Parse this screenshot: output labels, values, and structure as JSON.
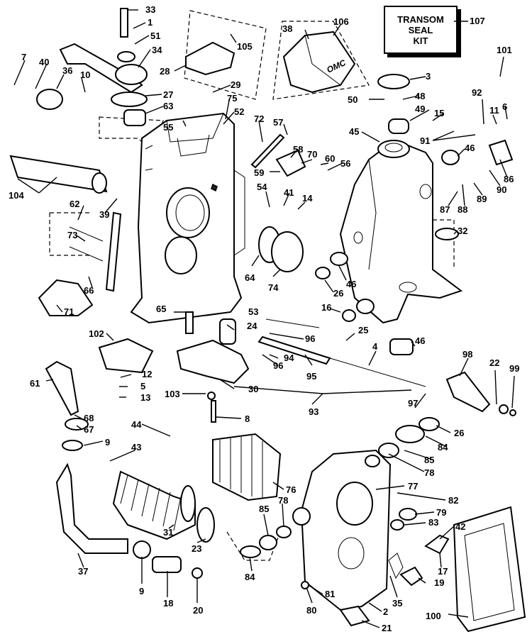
{
  "kit_label": "TRANSOM\nSEAL\nKIT",
  "callouts": [
    {
      "id": "c33",
      "text": "33"
    },
    {
      "id": "c1",
      "text": "1"
    },
    {
      "id": "c51",
      "text": "51"
    },
    {
      "id": "c34",
      "text": "34"
    },
    {
      "id": "c38",
      "text": "38"
    },
    {
      "id": "c106",
      "text": "106"
    },
    {
      "id": "c107",
      "text": "107"
    },
    {
      "id": "c105",
      "text": "105"
    },
    {
      "id": "c28",
      "text": "28"
    },
    {
      "id": "c7",
      "text": "7"
    },
    {
      "id": "c40",
      "text": "40"
    },
    {
      "id": "c36",
      "text": "36"
    },
    {
      "id": "c10",
      "text": "10"
    },
    {
      "id": "c27",
      "text": "27"
    },
    {
      "id": "c63",
      "text": "63"
    },
    {
      "id": "c29",
      "text": "29"
    },
    {
      "id": "c75",
      "text": "75"
    },
    {
      "id": "c52",
      "text": "52"
    },
    {
      "id": "c55",
      "text": "55"
    },
    {
      "id": "c72",
      "text": "72"
    },
    {
      "id": "c57",
      "text": "57"
    },
    {
      "id": "c3",
      "text": "3"
    },
    {
      "id": "c50",
      "text": "50"
    },
    {
      "id": "c48",
      "text": "48"
    },
    {
      "id": "c49",
      "text": "49"
    },
    {
      "id": "c101",
      "text": "101"
    },
    {
      "id": "c92",
      "text": "92"
    },
    {
      "id": "c15",
      "text": "15"
    },
    {
      "id": "c11",
      "text": "11"
    },
    {
      "id": "c6",
      "text": "6"
    },
    {
      "id": "c45",
      "text": "45"
    },
    {
      "id": "c91",
      "text": "91"
    },
    {
      "id": "c46a",
      "text": "46"
    },
    {
      "id": "c86",
      "text": "86"
    },
    {
      "id": "c58",
      "text": "58"
    },
    {
      "id": "c70",
      "text": "70"
    },
    {
      "id": "c60",
      "text": "60"
    },
    {
      "id": "c56",
      "text": "56"
    },
    {
      "id": "c59",
      "text": "59"
    },
    {
      "id": "c54",
      "text": "54"
    },
    {
      "id": "c41",
      "text": "41"
    },
    {
      "id": "c14",
      "text": "14"
    },
    {
      "id": "c104",
      "text": "104"
    },
    {
      "id": "c39",
      "text": "39"
    },
    {
      "id": "c62",
      "text": "62"
    },
    {
      "id": "c73",
      "text": "73"
    },
    {
      "id": "c66",
      "text": "66"
    },
    {
      "id": "c71",
      "text": "71"
    },
    {
      "id": "c87",
      "text": "87"
    },
    {
      "id": "c88",
      "text": "88"
    },
    {
      "id": "c89",
      "text": "89"
    },
    {
      "id": "c90",
      "text": "90"
    },
    {
      "id": "c32",
      "text": "32"
    },
    {
      "id": "c64",
      "text": "64"
    },
    {
      "id": "c74",
      "text": "74"
    },
    {
      "id": "c46b",
      "text": "46"
    },
    {
      "id": "c26a",
      "text": "26"
    },
    {
      "id": "c16",
      "text": "16"
    },
    {
      "id": "c53",
      "text": "53"
    },
    {
      "id": "c65",
      "text": "65"
    },
    {
      "id": "c24",
      "text": "24"
    },
    {
      "id": "c96a",
      "text": "96"
    },
    {
      "id": "c25",
      "text": "25"
    },
    {
      "id": "c102",
      "text": "102"
    },
    {
      "id": "c46c",
      "text": "46"
    },
    {
      "id": "c94",
      "text": "94"
    },
    {
      "id": "c4",
      "text": "4"
    },
    {
      "id": "c96b",
      "text": "96"
    },
    {
      "id": "c95",
      "text": "95"
    },
    {
      "id": "c98",
      "text": "98"
    },
    {
      "id": "c22",
      "text": "22"
    },
    {
      "id": "c99",
      "text": "99"
    },
    {
      "id": "c12",
      "text": "12"
    },
    {
      "id": "c5",
      "text": "5"
    },
    {
      "id": "c30",
      "text": "30"
    },
    {
      "id": "c61",
      "text": "61"
    },
    {
      "id": "c13",
      "text": "13"
    },
    {
      "id": "c103",
      "text": "103"
    },
    {
      "id": "c93",
      "text": "93"
    },
    {
      "id": "c97",
      "text": "97"
    },
    {
      "id": "c68",
      "text": "68"
    },
    {
      "id": "c8",
      "text": "8"
    },
    {
      "id": "c67",
      "text": "67"
    },
    {
      "id": "c44",
      "text": "44"
    },
    {
      "id": "c26b",
      "text": "26"
    },
    {
      "id": "c9a",
      "text": "9"
    },
    {
      "id": "c84a",
      "text": "84"
    },
    {
      "id": "c43",
      "text": "43"
    },
    {
      "id": "c85a",
      "text": "85"
    },
    {
      "id": "c78a",
      "text": "78"
    },
    {
      "id": "c76",
      "text": "76"
    },
    {
      "id": "c77",
      "text": "77"
    },
    {
      "id": "c82",
      "text": "82"
    },
    {
      "id": "c79",
      "text": "79"
    },
    {
      "id": "c85b",
      "text": "85"
    },
    {
      "id": "c78b",
      "text": "78"
    },
    {
      "id": "c83",
      "text": "83"
    },
    {
      "id": "c42",
      "text": "42"
    },
    {
      "id": "c31",
      "text": "31"
    },
    {
      "id": "c23",
      "text": "23"
    },
    {
      "id": "c37",
      "text": "37"
    },
    {
      "id": "c84b",
      "text": "84"
    },
    {
      "id": "c17",
      "text": "17"
    },
    {
      "id": "c19",
      "text": "19"
    },
    {
      "id": "c81",
      "text": "81"
    },
    {
      "id": "c35",
      "text": "35"
    },
    {
      "id": "c9b",
      "text": "9"
    },
    {
      "id": "c18",
      "text": "18"
    },
    {
      "id": "c20",
      "text": "20"
    },
    {
      "id": "c80",
      "text": "80"
    },
    {
      "id": "c2",
      "text": "2"
    },
    {
      "id": "c100",
      "text": "100"
    },
    {
      "id": "c21",
      "text": "21"
    }
  ],
  "housing_logo": "OMC"
}
